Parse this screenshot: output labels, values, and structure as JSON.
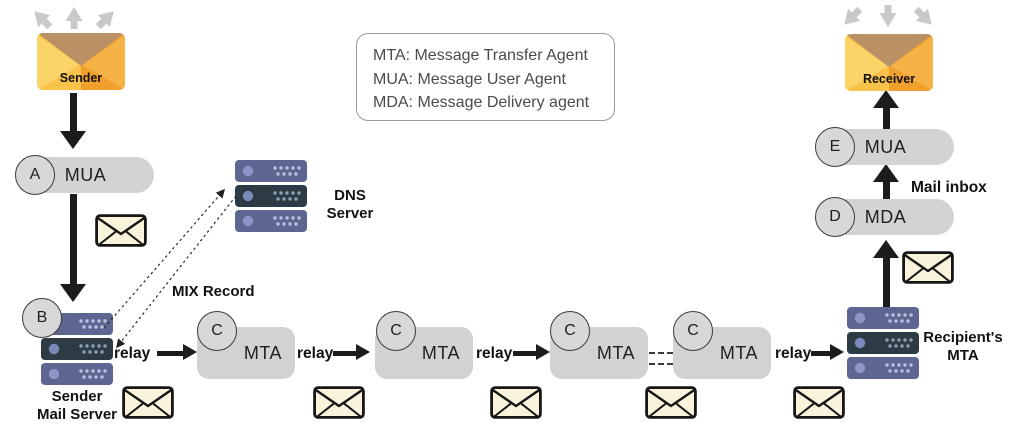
{
  "legend": {
    "lines": [
      "MTA: Message Transfer Agent",
      "MUA: Message User Agent",
      "MDA: Message Delivery agent"
    ]
  },
  "endpoints": {
    "sender_label": "Sender",
    "receiver_label": "Receiver"
  },
  "flow": {
    "mua_a": {
      "badge": "A",
      "label": "MUA"
    },
    "sender_server": {
      "badge": "B",
      "label_line1": "Sender",
      "label_line2": "Mail Server"
    },
    "dns_server": {
      "label_line1": "DNS",
      "label_line2": "Server"
    },
    "mix_record_label": "MIX Record",
    "relay_label": "relay",
    "mta_hops": [
      {
        "badge": "C",
        "label": "MTA"
      },
      {
        "badge": "C",
        "label": "MTA"
      },
      {
        "badge": "C",
        "label": "MTA"
      },
      {
        "badge": "C",
        "label": "MTA"
      }
    ],
    "recipient_server": {
      "label_line1": "Recipient's",
      "label_line2": "MTA"
    },
    "mda": {
      "badge": "D",
      "label": "MDA"
    },
    "mua_e": {
      "badge": "E",
      "label": "MUA"
    },
    "mail_inbox_label": "Mail inbox"
  },
  "colors": {
    "envelope_orange": "#f09f2d",
    "envelope_yellow": "#f9c24b",
    "envelope_flap_tan": "#ba9164",
    "mail_icon_cream": "#faf3dc",
    "server_light": "#5c6690",
    "server_dark": "#2d3b44",
    "node_gray": "#d2d2d2",
    "arrow_black": "#1c1c1c",
    "arrow_gray": "#c9c9c9"
  }
}
